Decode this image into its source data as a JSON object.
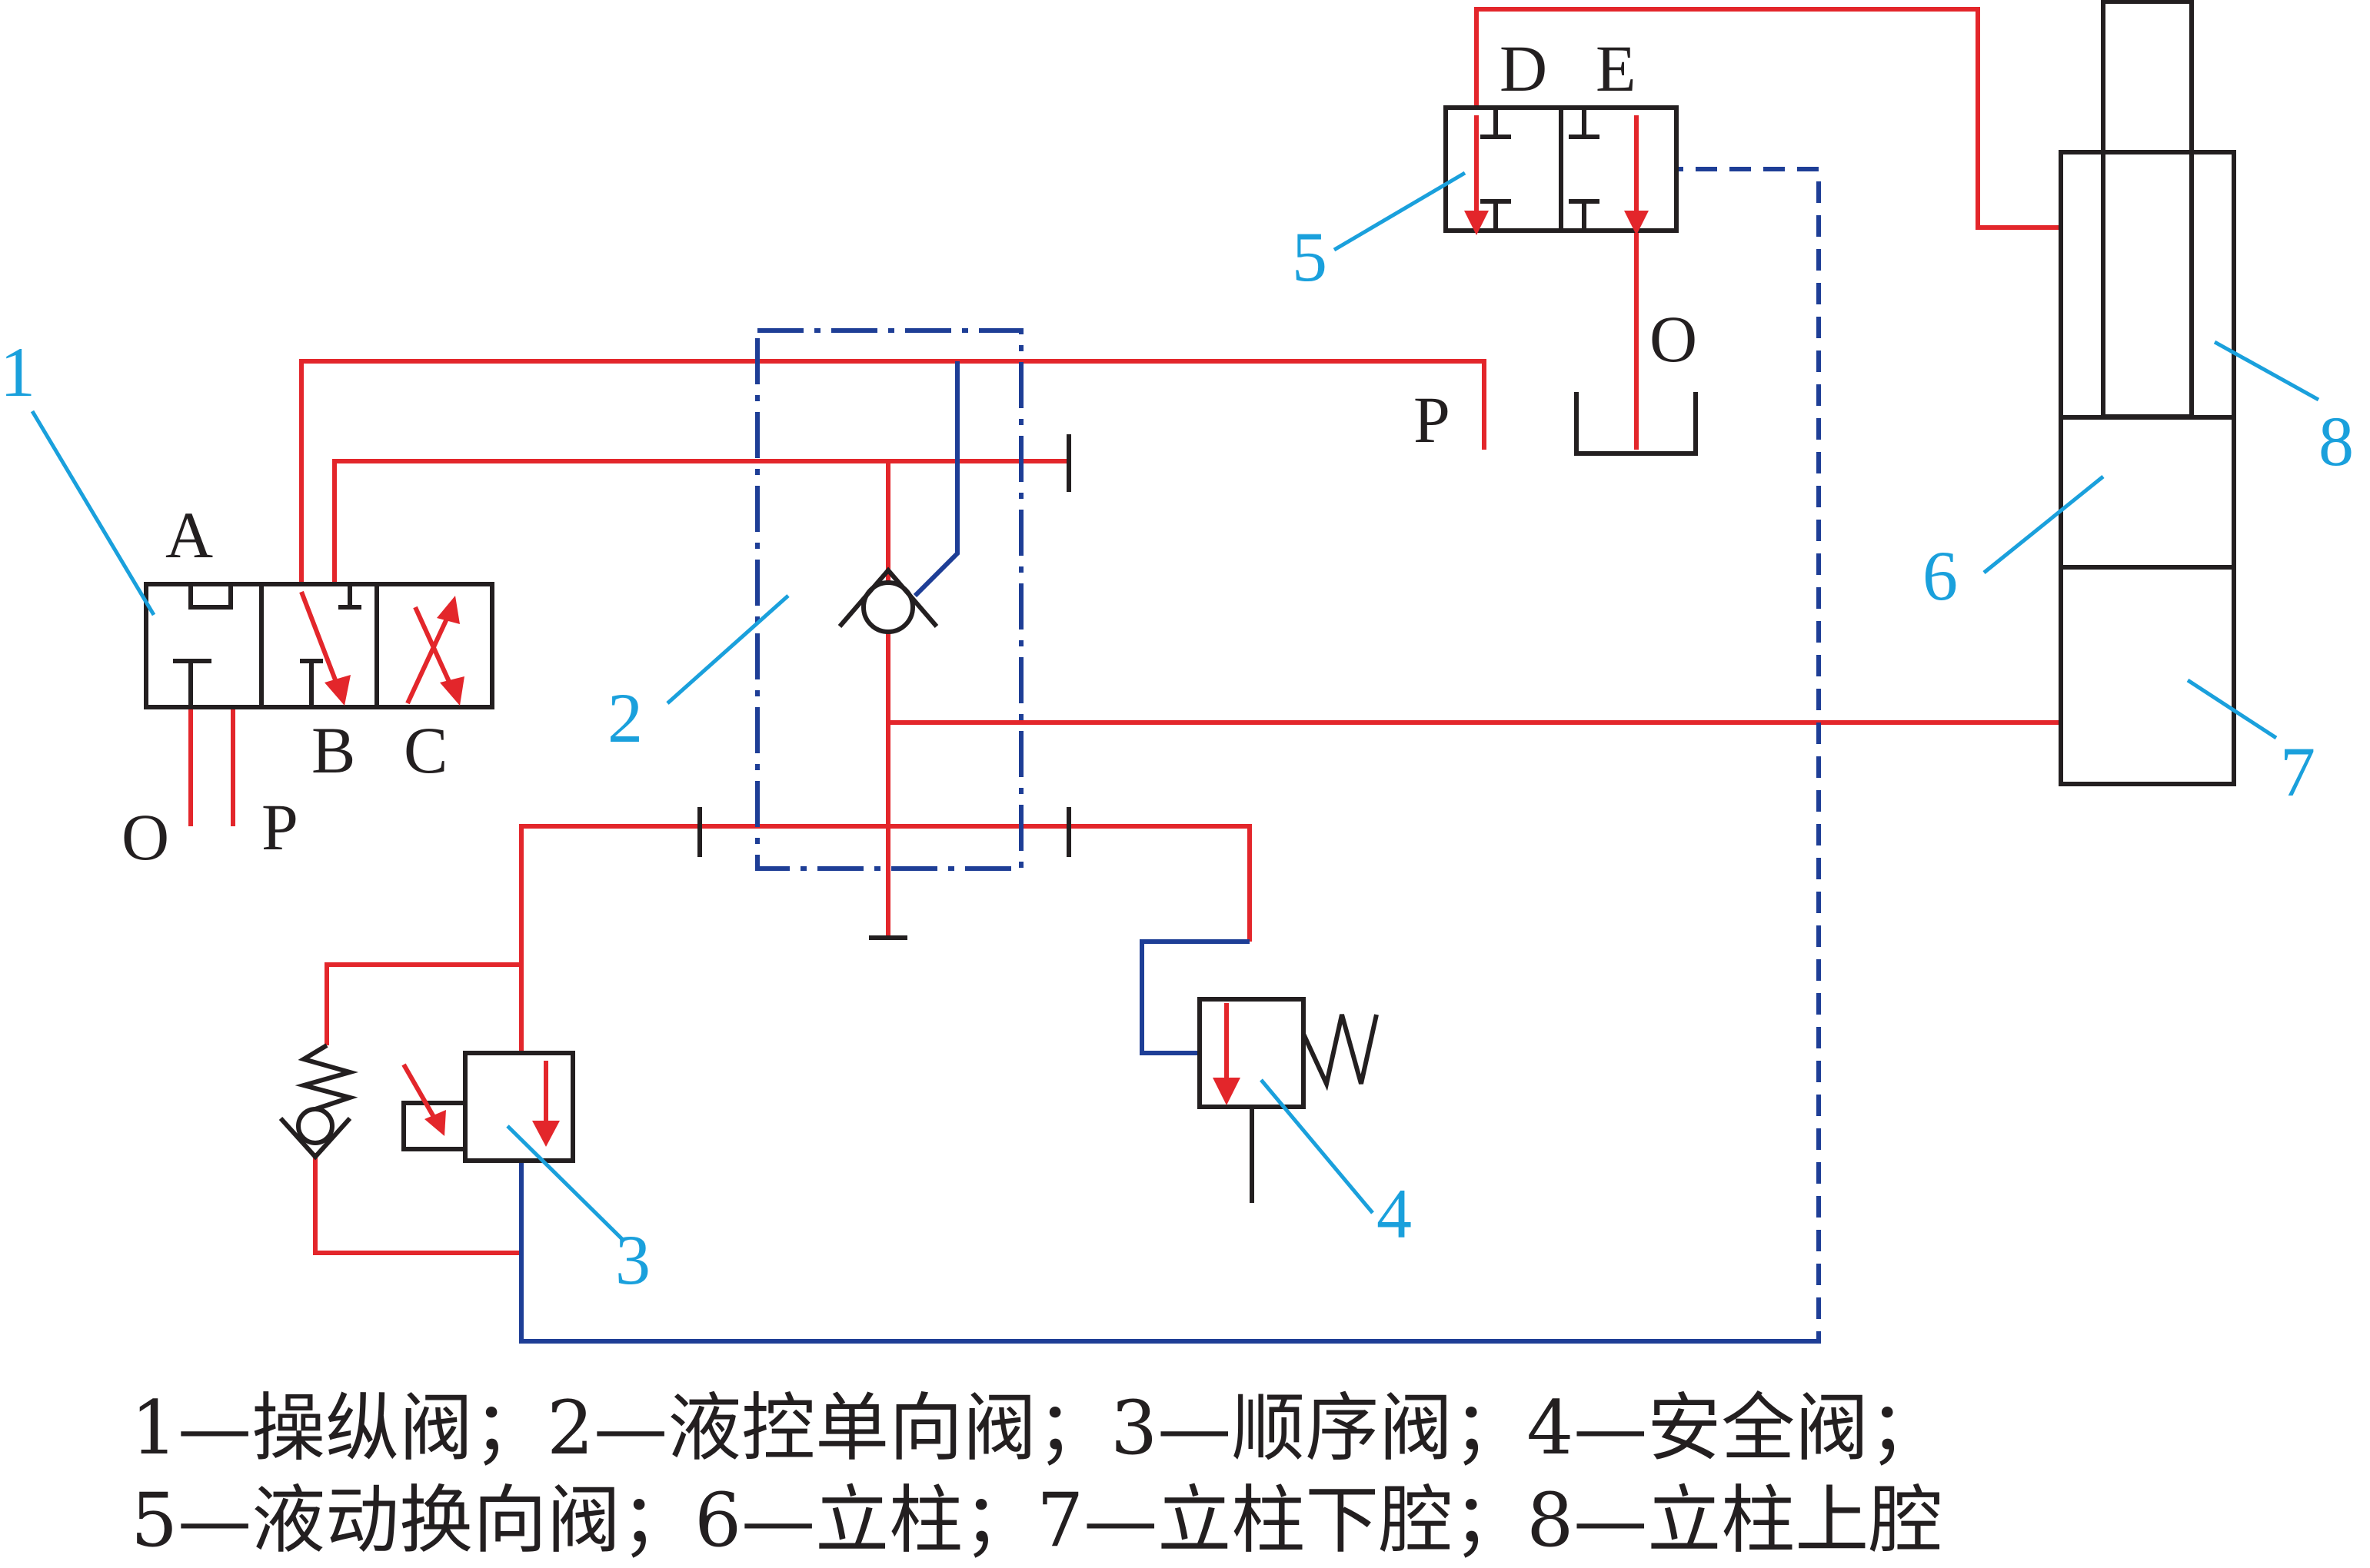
{
  "ports": {
    "A": "A",
    "B": "B",
    "C": "C",
    "valve1_O": "O",
    "valve1_P": "P",
    "D": "D",
    "E": "E",
    "valve5_P": "P",
    "valve5_O": "O"
  },
  "callouts": {
    "n1": "1",
    "n2": "2",
    "n3": "3",
    "n4": "4",
    "n5": "5",
    "n6": "6",
    "n7": "7",
    "n8": "8"
  },
  "legend": {
    "line1": "1—操纵阀；2—液控单向阀；3—顺序阀；4—安全阀；",
    "line2": "5—液动换向阀；6—立柱；7—立柱下腔；8—立柱上腔"
  },
  "colors": {
    "pressure_line": "#e3262b",
    "pilot_line": "#1e3e96",
    "callout": "#1aa0dc",
    "symbol": "#231f20"
  }
}
